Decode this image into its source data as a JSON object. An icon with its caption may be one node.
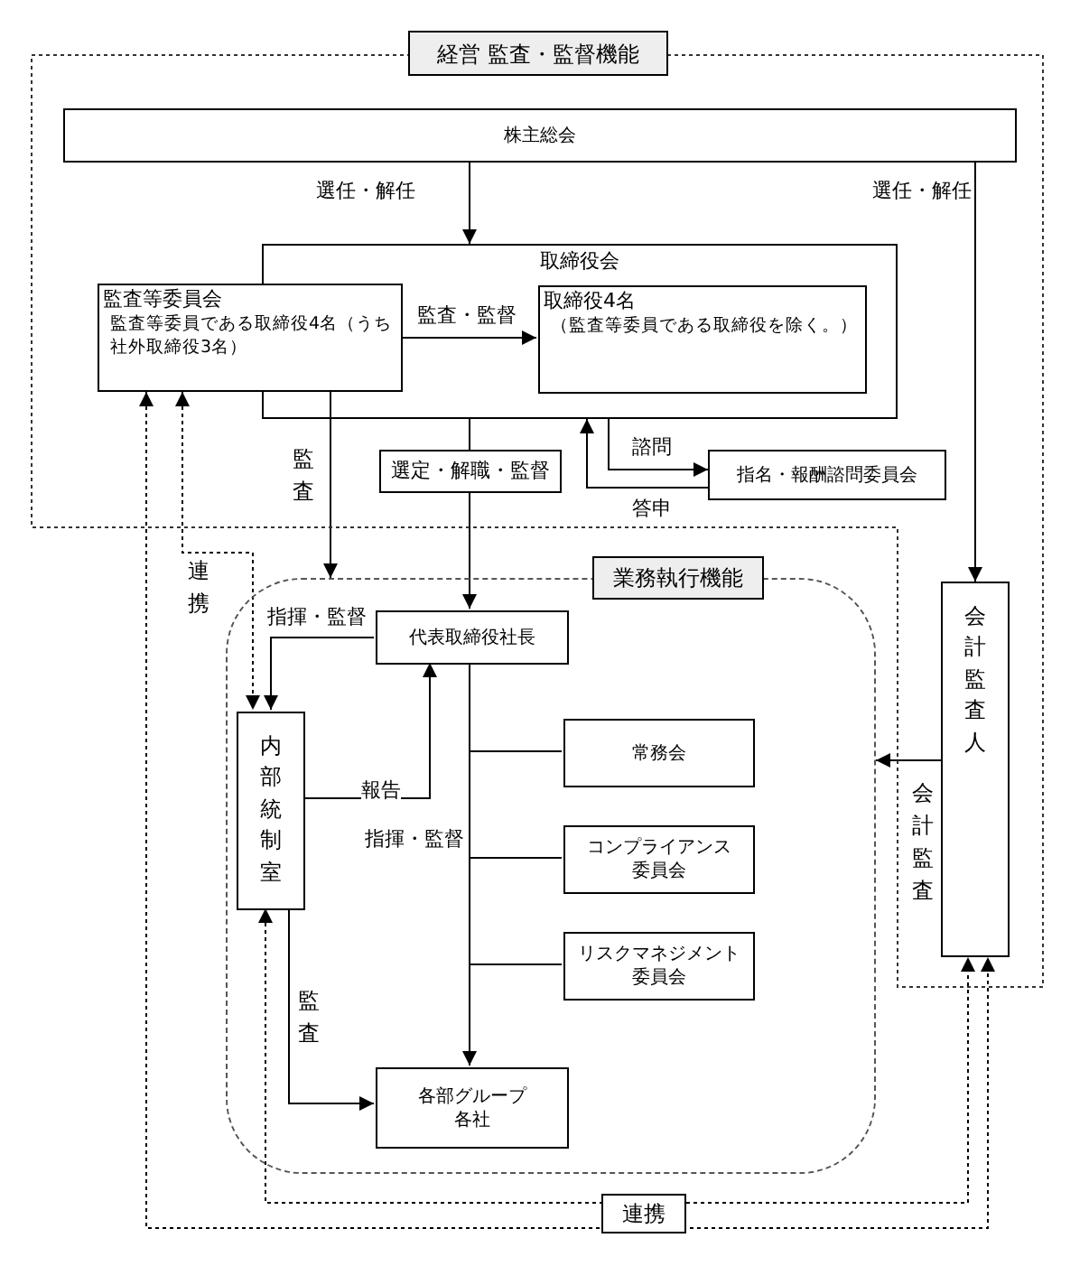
{
  "diagram": {
    "nodes": [
      {
        "text": [
          "経営 監査・監督機能"
        ]
      },
      {
        "text": [
          "株主総会"
        ],
        "in": 0
      },
      {
        "text": [
          "取締役会"
        ],
        "in": 0
      },
      {
        "text": [
          "監査等委員会",
          "監査等委員である取締役4名（うち社外取締役3名）"
        ],
        "in": 0
      },
      {
        "text": [
          "取締役4名",
          "（監査等委員である取締役を除く。）"
        ],
        "in": 2
      },
      {
        "text": [
          "指名・報酬諮問委員会"
        ],
        "in": 0
      },
      {
        "text": [
          "業務執行機能"
        ]
      },
      {
        "text": [
          "代表取締役社長"
        ],
        "in": 6
      },
      {
        "text": [
          "内部統制室"
        ],
        "in": 6
      },
      {
        "text": [
          "常務会"
        ],
        "in": 6
      },
      {
        "text": [
          "コンプライアンス委員会"
        ],
        "in": 6
      },
      {
        "text": [
          "リスクマネジメント委員会"
        ],
        "in": 6
      },
      {
        "text": [
          "各部グループ各社"
        ],
        "in": 6
      },
      {
        "text": [
          "会計監査人"
        ],
        "in": 0
      }
    ],
    "edges": [
      {
        "from": 1,
        "to": 2,
        "arrow": "to",
        "label": "選任・解任"
      },
      {
        "from": 1,
        "to": 13,
        "arrow": "to",
        "label": "選任・解任"
      },
      {
        "from": 3,
        "to": 4,
        "arrow": "to",
        "label": "監査・監督"
      },
      {
        "from": 3,
        "to": 6,
        "arrow": "to",
        "label": "監査"
      },
      {
        "from": 2,
        "to": 7,
        "arrow": "to",
        "label": "選定・解職・監督"
      },
      {
        "from": 2,
        "to": 5,
        "arrow": "to",
        "label": "諮問"
      },
      {
        "from": 5,
        "to": 2,
        "arrow": "to",
        "label": "答申"
      },
      {
        "from": 3,
        "to": 13,
        "arrow": "both",
        "style": "dashed"
      },
      {
        "from": 3,
        "to": 8,
        "arrow": "both",
        "style": "dashed",
        "label": "連携"
      },
      {
        "from": 7,
        "to": 8,
        "arrow": "to",
        "label": "指揮・監督"
      },
      {
        "from": 8,
        "to": 7,
        "arrow": "to",
        "label": "報告"
      },
      {
        "from": 7,
        "to": 12,
        "arrow": "to",
        "label": "指揮・監督"
      },
      {
        "from": 7,
        "to": 9,
        "arrow": "none"
      },
      {
        "from": 7,
        "to": 10,
        "arrow": "none"
      },
      {
        "from": 7,
        "to": 11,
        "arrow": "none"
      },
      {
        "from": 8,
        "to": 12,
        "arrow": "to",
        "label": "監査"
      },
      {
        "from": 13,
        "to": 6,
        "arrow": "to",
        "label": "会計監査"
      },
      {
        "from": 8,
        "to": 13,
        "arrow": "both",
        "style": "dashed",
        "label": "連携"
      }
    ]
  }
}
